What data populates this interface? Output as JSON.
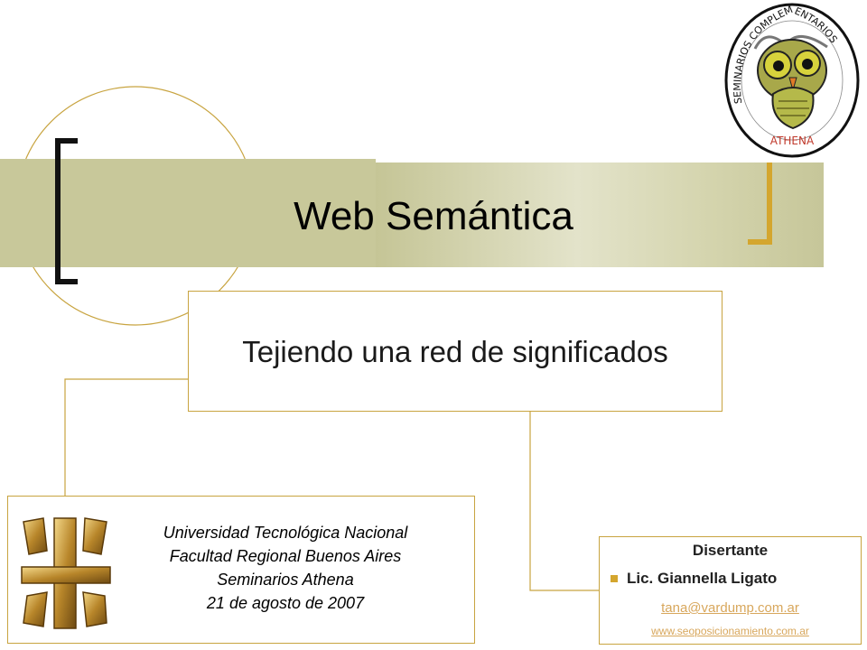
{
  "slide": {
    "title": "Web Semántica",
    "subtitle": "Tejiendo una red de significados"
  },
  "institution": {
    "lines": [
      "Universidad Tecnológica Nacional",
      "Facultad Regional Buenos Aires",
      "Seminarios Athena",
      "21 de agosto de 2007"
    ]
  },
  "speaker": {
    "heading": "Disertante",
    "name": "Lic. Giannella Ligato",
    "email": "tana@vardump.com.ar",
    "website": "www.seoposicionamiento.com.ar"
  },
  "seal_logo": {
    "top_text": "SEMINARIOS COMPLEMENTARIOS",
    "bottom_text": "ATHENA"
  },
  "colors": {
    "accent_gold": "#c8a440",
    "title_bar": "#c8c89a",
    "link": "#d8a75c",
    "bullet": "#d4a62e"
  }
}
